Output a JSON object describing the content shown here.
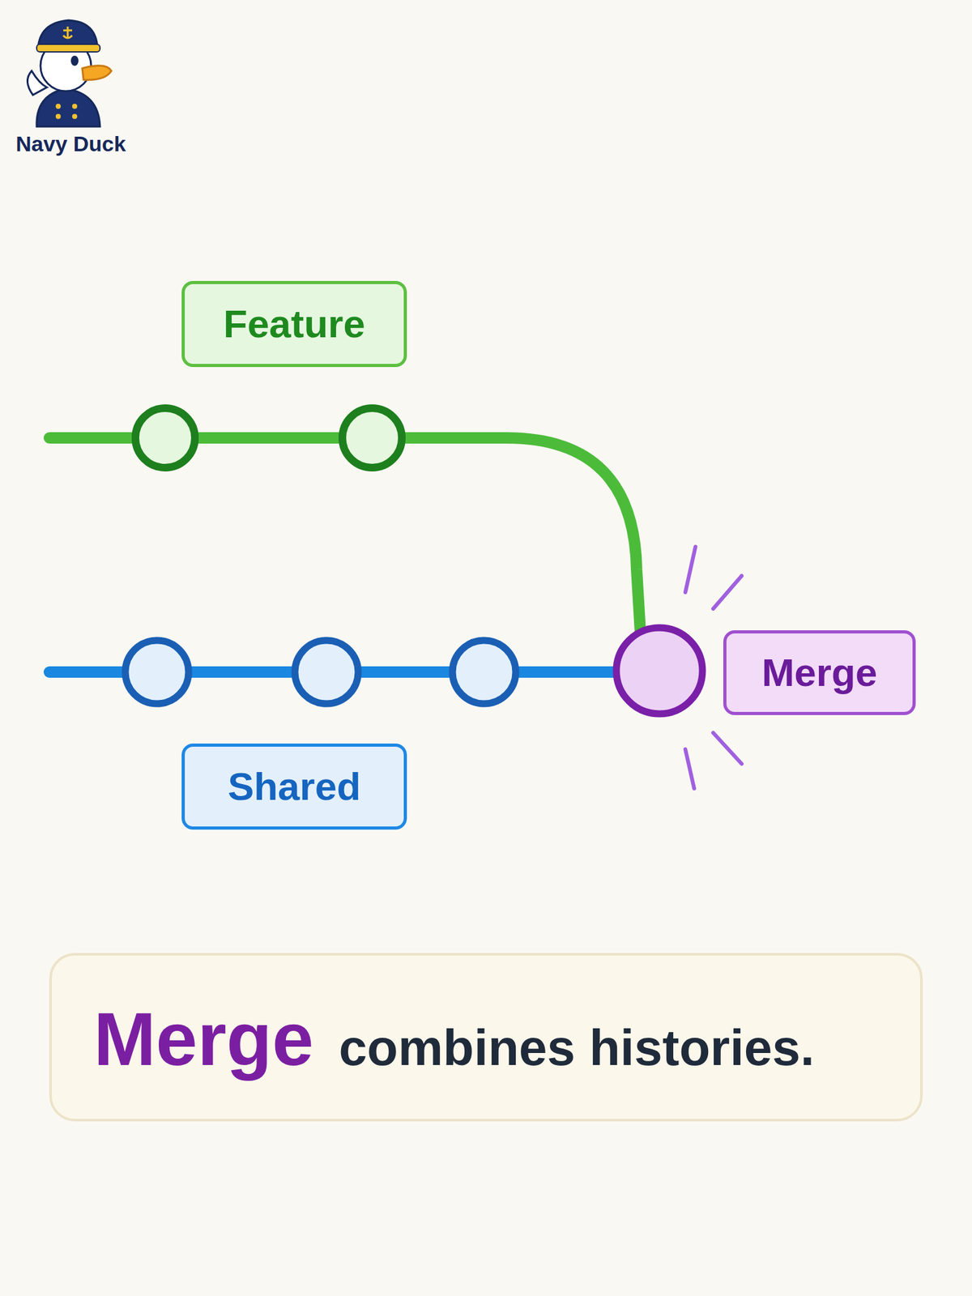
{
  "diagram": {
    "nodes": [
      {
        "text": [
          "Feature"
        ]
      },
      {
        "text": [
          "Merge"
        ]
      },
      {
        "text": [
          "Shared"
        ]
      },
      {
        "text": [
          "Merge",
          "combines histories."
        ]
      }
    ],
    "labels": [
      "Navy Duck"
    ]
  }
}
